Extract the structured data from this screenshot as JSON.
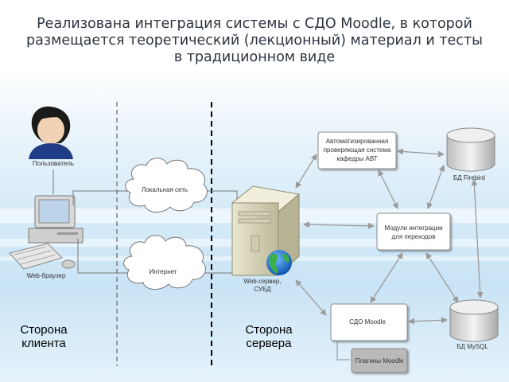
{
  "title": {
    "line1": "Реализована интеграция системы с СДО Moodle, в которой",
    "line2": "размещается теоретический (лекционный) материал и тесты",
    "line3": "в традиционном виде"
  },
  "nodes": {
    "user_label": "Пользователь",
    "browser_label": "Web-браузер",
    "local_network": "Локальная сеть",
    "internet": "Интернет",
    "server_line1": "Web-сервер,",
    "server_line2": "СУБД",
    "checker_line1": "Автоматизированная",
    "checker_line2": "проверяющая система",
    "checker_line3": "кафедры АВТ",
    "db_top_label": "БД Firebird",
    "integration_line1": "Модули интеграции",
    "integration_line2": "для переходов",
    "moodle": "СДО Moodle",
    "db_bottom_label": "БД MySQL",
    "plugins": "Плагины Moodle"
  },
  "sides": {
    "client_line1": "Сторона",
    "client_line2": "клиента",
    "server_line1": "Сторона",
    "server_line2": "сервера"
  },
  "colors": {
    "box_fill": "#ffffff",
    "box_border": "#8a8a8a",
    "plugins_fill": "#b9b9b9",
    "arrow": "#9a9a9a"
  }
}
